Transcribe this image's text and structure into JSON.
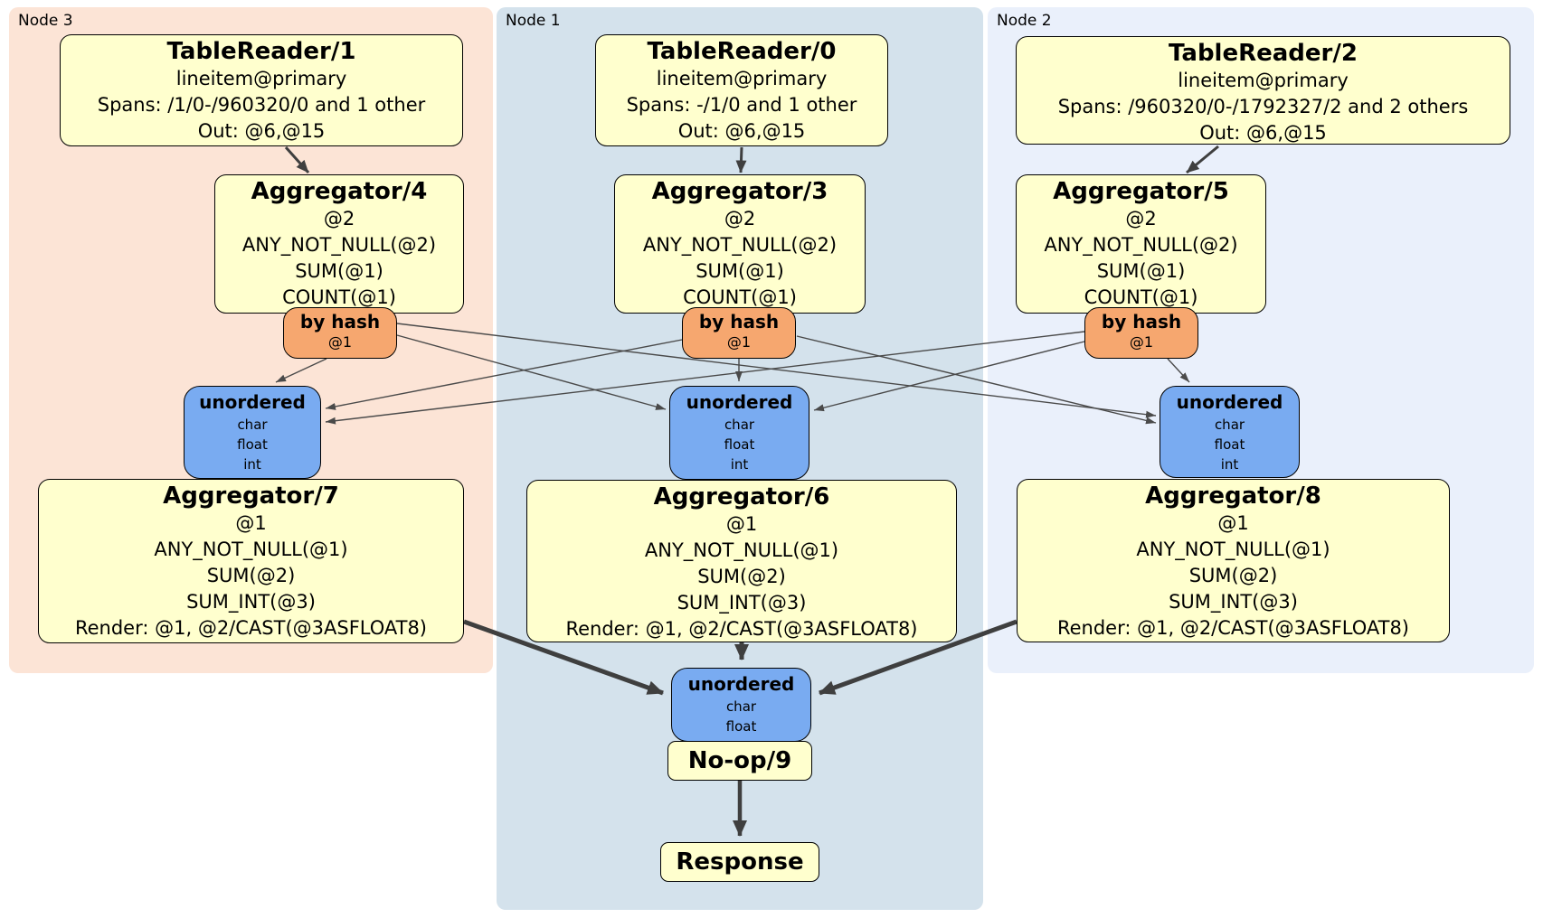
{
  "page": {
    "background": "#ffffff",
    "description": "DistSQL physical plan diagram"
  },
  "regions": {
    "node3": {
      "label": "Node 3",
      "fill": "#fce4d6"
    },
    "node1": {
      "label": "Node 1",
      "fill": "#d4e2ec"
    },
    "node2": {
      "label": "Node 2",
      "fill": "#eaf0fb"
    }
  },
  "colors": {
    "operator_fill": "#ffffce",
    "router_fill": "#f6a76f",
    "sync_fill": "#79abf1",
    "edge": "#3f3f3f",
    "border": "#000000"
  },
  "boxes": {
    "tr1": {
      "title": "TableReader/1",
      "lines": [
        "lineitem@primary",
        "Spans: /1/0-/960320/0 and 1 other",
        "Out: @6,@15"
      ]
    },
    "tr0": {
      "title": "TableReader/0",
      "lines": [
        "lineitem@primary",
        "Spans: -/1/0 and 1 other",
        "Out: @6,@15"
      ]
    },
    "tr2": {
      "title": "TableReader/2",
      "lines": [
        "lineitem@primary",
        "Spans: /960320/0-/1792327/2 and 2 others",
        "Out: @6,@15"
      ]
    },
    "agg4": {
      "title": "Aggregator/4",
      "lines": [
        "@2",
        "ANY_NOT_NULL(@2)",
        "SUM(@1)",
        "COUNT(@1)"
      ]
    },
    "agg3": {
      "title": "Aggregator/3",
      "lines": [
        "@2",
        "ANY_NOT_NULL(@2)",
        "SUM(@1)",
        "COUNT(@1)"
      ]
    },
    "agg5": {
      "title": "Aggregator/5",
      "lines": [
        "@2",
        "ANY_NOT_NULL(@2)",
        "SUM(@1)",
        "COUNT(@1)"
      ]
    },
    "hash3": {
      "title": "by hash",
      "lines": [
        "@1"
      ]
    },
    "hash1": {
      "title": "by hash",
      "lines": [
        "@1"
      ]
    },
    "hash2": {
      "title": "by hash",
      "lines": [
        "@1"
      ]
    },
    "sync3": {
      "title": "unordered",
      "lines": [
        "char",
        "float",
        "int"
      ]
    },
    "sync1": {
      "title": "unordered",
      "lines": [
        "char",
        "float",
        "int"
      ]
    },
    "sync2": {
      "title": "unordered",
      "lines": [
        "char",
        "float",
        "int"
      ]
    },
    "agg7": {
      "title": "Aggregator/7",
      "lines": [
        "@1",
        "ANY_NOT_NULL(@1)",
        "SUM(@2)",
        "SUM_INT(@3)",
        "Render: @1, @2/CAST(@3ASFLOAT8)"
      ]
    },
    "agg6": {
      "title": "Aggregator/6",
      "lines": [
        "@1",
        "ANY_NOT_NULL(@1)",
        "SUM(@2)",
        "SUM_INT(@3)",
        "Render: @1, @2/CAST(@3ASFLOAT8)"
      ]
    },
    "agg8": {
      "title": "Aggregator/8",
      "lines": [
        "@1",
        "ANY_NOT_NULL(@1)",
        "SUM(@2)",
        "SUM_INT(@3)",
        "Render: @1, @2/CAST(@3ASFLOAT8)"
      ]
    },
    "syncF": {
      "title": "unordered",
      "lines": [
        "char",
        "float"
      ]
    },
    "noop": {
      "title": "No-op/9"
    },
    "resp": {
      "title": "Response"
    }
  },
  "edges": [
    {
      "from": "TableReader/1",
      "to": "Aggregator/4",
      "weight": "medium"
    },
    {
      "from": "TableReader/0",
      "to": "Aggregator/3",
      "weight": "medium"
    },
    {
      "from": "TableReader/2",
      "to": "Aggregator/5",
      "weight": "medium"
    },
    {
      "from": "by hash @1 (Node 3)",
      "to": "unordered (Node 3)",
      "weight": "thin"
    },
    {
      "from": "by hash @1 (Node 3)",
      "to": "unordered (Node 1)",
      "weight": "thin"
    },
    {
      "from": "by hash @1 (Node 3)",
      "to": "unordered (Node 2)",
      "weight": "thin"
    },
    {
      "from": "by hash @1 (Node 1)",
      "to": "unordered (Node 3)",
      "weight": "thin"
    },
    {
      "from": "by hash @1 (Node 1)",
      "to": "unordered (Node 1)",
      "weight": "thin"
    },
    {
      "from": "by hash @1 (Node 1)",
      "to": "unordered (Node 2)",
      "weight": "thin"
    },
    {
      "from": "by hash @1 (Node 2)",
      "to": "unordered (Node 3)",
      "weight": "thin"
    },
    {
      "from": "by hash @1 (Node 2)",
      "to": "unordered (Node 1)",
      "weight": "thin"
    },
    {
      "from": "by hash @1 (Node 2)",
      "to": "unordered (Node 2)",
      "weight": "thin"
    },
    {
      "from": "Aggregator/7",
      "to": "unordered (final)",
      "weight": "thick"
    },
    {
      "from": "Aggregator/6",
      "to": "unordered (final)",
      "weight": "thick"
    },
    {
      "from": "Aggregator/8",
      "to": "unordered (final)",
      "weight": "thick"
    },
    {
      "from": "No-op/9",
      "to": "Response",
      "weight": "thick"
    }
  ]
}
